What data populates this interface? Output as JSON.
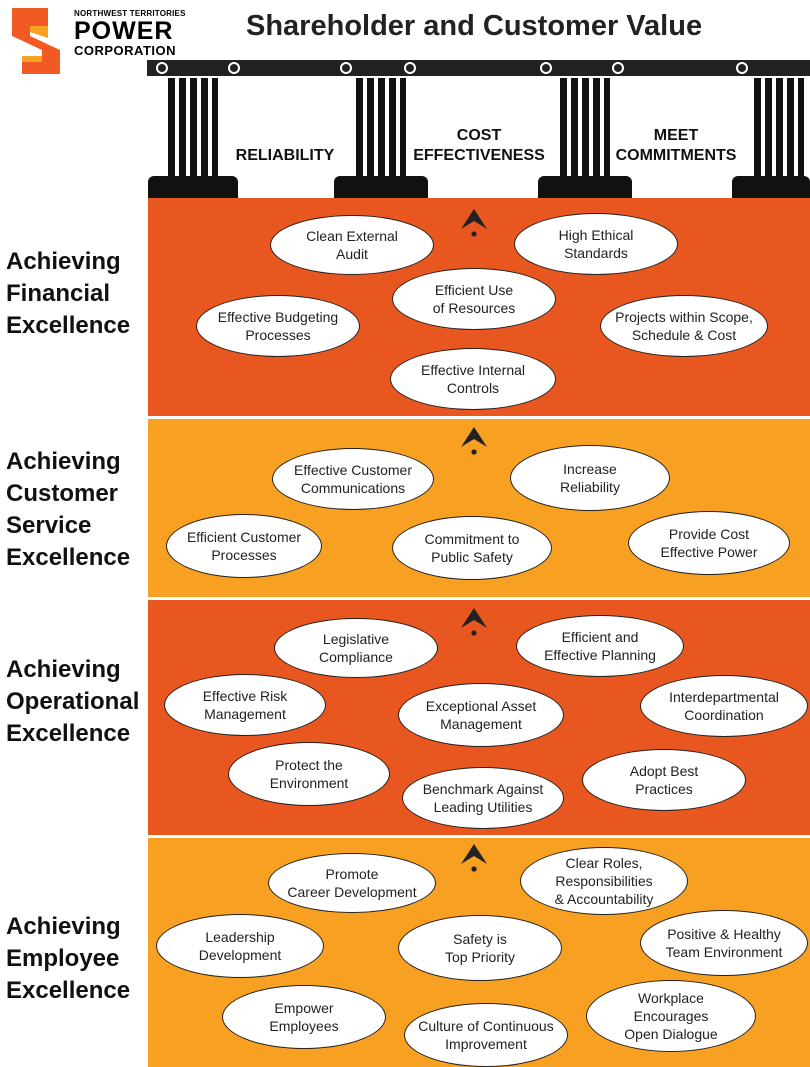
{
  "logo": {
    "line1": "NORTHWEST TERRITORIES",
    "line2": "POWER",
    "line3": "CORPORATION",
    "colors": {
      "primary": "#f15a22",
      "secondary": "#f7a022"
    }
  },
  "title": "Shareholder and Customer Value",
  "pillars": [
    {
      "label": "RELIABILITY"
    },
    {
      "label": "COST\nEFFECTIVENESS"
    },
    {
      "label": "MEET\nCOMMITMENTS"
    }
  ],
  "rows": [
    {
      "label": "Achieving\nFinancial\nExcellence",
      "color": "#e8571f",
      "items": [
        "Clean External\nAudit",
        "High Ethical\nStandards",
        "Efficient Use\nof Resources",
        "Effective Budgeting\nProcesses",
        "Projects within Scope,\nSchedule & Cost",
        "Effective Internal\nControls"
      ]
    },
    {
      "label": "Achieving\nCustomer\nService\nExcellence",
      "color": "#f7a022",
      "items": [
        "Effective Customer\nCommunications",
        "Increase\nReliability",
        "Efficient Customer\nProcesses",
        "Commitment to\nPublic Safety",
        "Provide Cost\nEffective Power"
      ]
    },
    {
      "label": "Achieving\nOperational\nExcellence",
      "color": "#e8571f",
      "items": [
        "Legislative\nCompliance",
        "Efficient and\nEffective Planning",
        "Effective Risk\nManagement",
        "Exceptional Asset\nManagement",
        "Interdepartmental\nCoordination",
        "Protect the\nEnvironment",
        "Adopt Best\nPractices",
        "Benchmark Against\nLeading Utilities"
      ]
    },
    {
      "label": "Achieving\nEmployee\nExcellence",
      "color": "#f7a022",
      "items": [
        "Promote\nCareer Development",
        "Clear Roles,\nResponsibilities\n& Accountability",
        "Leadership\nDevelopment",
        "Safety is\nTop Priority",
        "Positive & Healthy\nTeam Environment",
        "Empower\nEmployees",
        "Workplace\nEncourages\nOpen Dialogue",
        "Culture of Continuous\nImprovement"
      ]
    }
  ]
}
